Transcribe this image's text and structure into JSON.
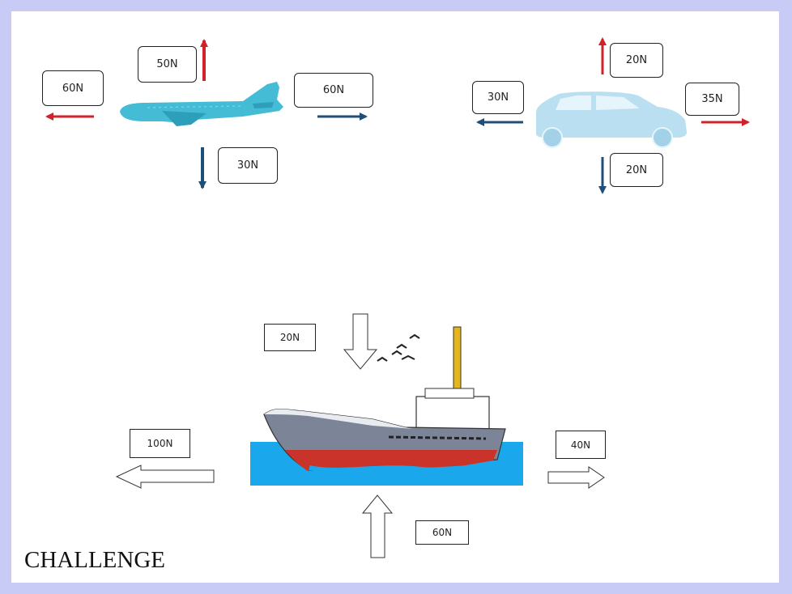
{
  "colors": {
    "background": "#c9cbf7",
    "slide": "#ffffff",
    "red_arrow": "#d0222a",
    "blue_arrow": "#1f4e79",
    "plane": "#45bcd6",
    "car": "#b9dff0",
    "sea": "#1aa7ec",
    "hull_red": "#c9332a",
    "hull_grey": "#7c8597",
    "mast": "#e5b51a"
  },
  "icons": {
    "plane": "airplane-icon",
    "car": "car-icon",
    "ship": "cargo-ship-icon",
    "birds": "seagulls-icon"
  },
  "plane_forces": {
    "up": "50N",
    "left": "60N",
    "right": "60N",
    "down": "30N"
  },
  "car_forces": {
    "up": "20N",
    "left": "30N",
    "right": "35N",
    "down": "20N"
  },
  "ship_forces": {
    "down": "20N",
    "left": "100N",
    "right": "40N",
    "up": "60N"
  },
  "caption": "CHALLENGE"
}
